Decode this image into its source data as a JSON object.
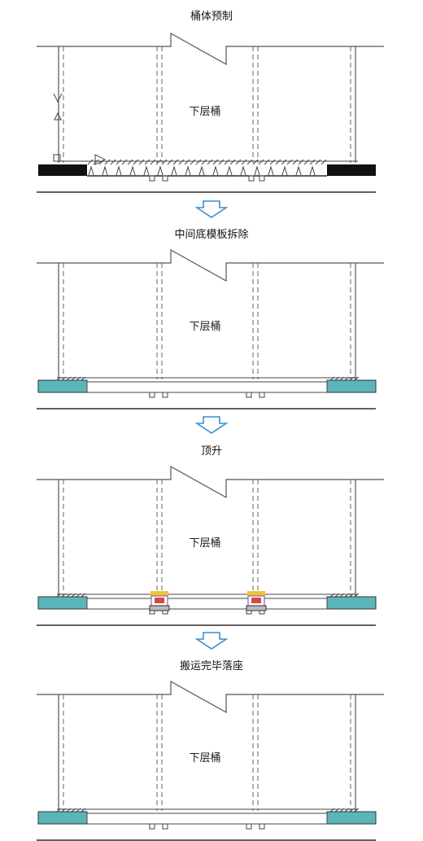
{
  "stages": [
    {
      "title": "桶体预制",
      "label": "下层桶",
      "variant": "prefab"
    },
    {
      "title": "中间底模板拆除",
      "label": "下层桶",
      "variant": "removed"
    },
    {
      "title": "顶升",
      "label": "下层桶",
      "variant": "jacking"
    },
    {
      "title": "搬运完毕落座",
      "label": "下层桶",
      "variant": "seated"
    }
  ],
  "colors": {
    "line": "#555555",
    "block_teal": "#5bb5b8",
    "block_black": "#111111",
    "arrow": "#3a8fd0",
    "jack_yellow": "#f2c230",
    "jack_red": "#d24a4a",
    "jack_purple": "#8a63b5"
  }
}
